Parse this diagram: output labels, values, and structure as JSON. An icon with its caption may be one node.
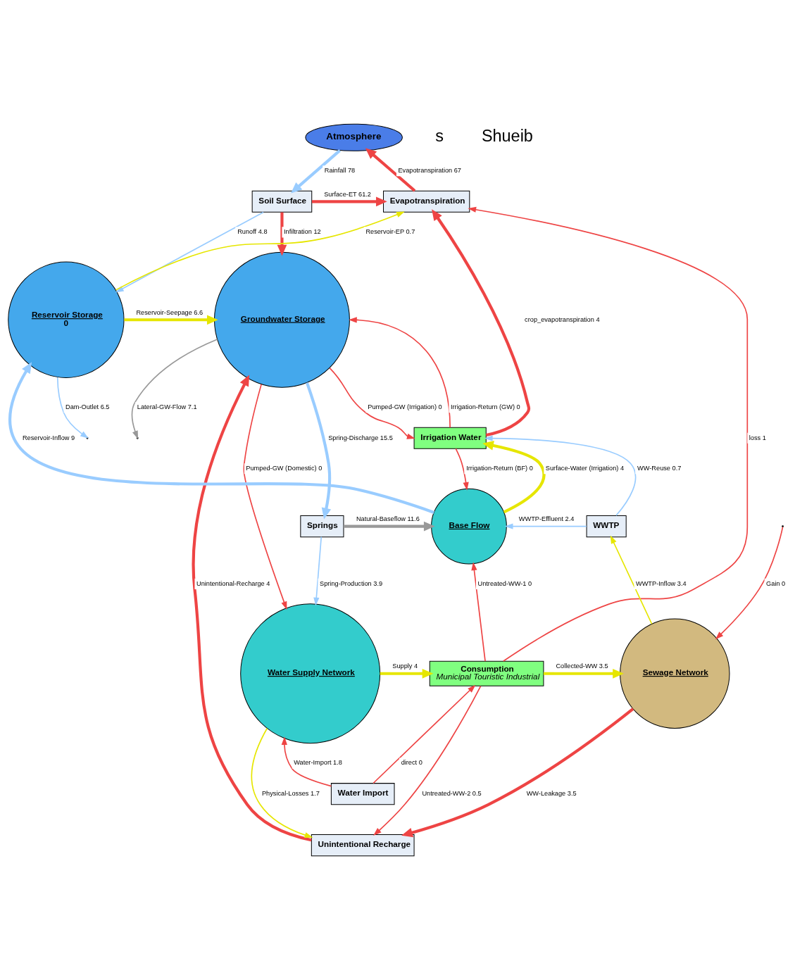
{
  "diagram": {
    "nodes": [
      {
        "text": [
          "Atmosphere"
        ]
      },
      {
        "text": [
          "Soil Surface"
        ]
      },
      {
        "text": [
          "Evapotranspiration"
        ]
      },
      {
        "text": [
          "Groundwater Storage"
        ]
      },
      {
        "text": [
          "Reservoir Storage",
          "0"
        ]
      },
      {
        "text": [
          "Irrigation Water"
        ]
      },
      {
        "text": [
          "Springs"
        ]
      },
      {
        "text": [
          "Base Flow"
        ]
      },
      {
        "text": [
          "WWTP"
        ]
      },
      {
        "text": [
          "Water Supply Network"
        ]
      },
      {
        "text": [
          "Consumption",
          "Municipal Touristic Industrial"
        ]
      },
      {
        "text": [
          "Sewage Network"
        ]
      },
      {
        "text": [
          "Water Import"
        ]
      },
      {
        "text": [
          "Unintentional Recharge"
        ]
      }
    ],
    "edges": [
      {
        "from": 0,
        "to": 1,
        "arrow": "to",
        "label": "Rainfall 78",
        "style": "thick",
        "color": "#99ccff"
      },
      {
        "from": 1,
        "to": 3,
        "arrow": "to",
        "label": "Infiltration 12",
        "style": "thick"
      },
      {
        "from": 1,
        "to": 2,
        "arrow": "to",
        "label": "Surface-ET 61.2",
        "style": "thick"
      },
      {
        "from": 2,
        "to": 0,
        "arrow": "to",
        "label": "Evapotranspiration 67",
        "style": "thick"
      },
      {
        "from": 1,
        "to": 4,
        "arrow": "to",
        "label": "Runoff 4.8",
        "color": "#99ccff"
      },
      {
        "from": 4,
        "to": 2,
        "arrow": "to",
        "label": "Reservoir-EP 0.7",
        "color": "#e6e600"
      },
      {
        "from": 4,
        "to": 3,
        "arrow": "to",
        "label": "Reservoir-Seepage 6.6",
        "style": "thick",
        "color": "#e6e600"
      },
      {
        "from": 3,
        "to": null,
        "arrow": "to",
        "label": "Lateral-GW-Flow 7.1",
        "color": "#999999"
      },
      {
        "from": 4,
        "to": null,
        "arrow": "to",
        "label": "Dam-Outlet 6.5",
        "color": "#99ccff"
      },
      {
        "from": 5,
        "to": 2,
        "arrow": "to",
        "label": "crop_evapotranspiration 4",
        "style": "thick"
      },
      {
        "from": 5,
        "to": 3,
        "arrow": "to",
        "label": "Irrigation-Return (GW) 0"
      },
      {
        "from": 3,
        "to": 5,
        "arrow": "to",
        "label": "Pumped-GW (Irrigation) 0"
      },
      {
        "from": 8,
        "to": 5,
        "arrow": "to",
        "label": "WW-Reuse 0.7",
        "color": "#99ccff"
      },
      {
        "from": 5,
        "to": 7,
        "arrow": "to",
        "label": "Irrigation-Return (BF) 0"
      },
      {
        "from": 7,
        "to": 5,
        "arrow": "to",
        "label": "Surface-Water (Irrigation) 4",
        "style": "thick",
        "color": "#e6e600"
      },
      {
        "from": 7,
        "to": 4,
        "arrow": "to",
        "label": "Reservoir-Inflow 9",
        "style": "thick",
        "color": "#99ccff"
      },
      {
        "from": 3,
        "to": 6,
        "arrow": "to",
        "label": "Spring-Discharge 15.5",
        "style": "thick",
        "color": "#99ccff"
      },
      {
        "from": 6,
        "to": 7,
        "arrow": "to",
        "label": "Natural-Baseflow 11.6",
        "style": "thick",
        "color": "#999999"
      },
      {
        "from": 8,
        "to": 7,
        "arrow": "to",
        "label": "WWTP-Effluent 2.4",
        "color": "#99ccff"
      },
      {
        "from": 3,
        "to": 9,
        "arrow": "to",
        "label": "Pumped-GW (Domestic) 0"
      },
      {
        "from": 6,
        "to": 9,
        "arrow": "to",
        "label": "Spring-Production 3.9",
        "color": "#99ccff"
      },
      {
        "from": 10,
        "to": 7,
        "arrow": "to",
        "label": "Untreated-WW-1 0"
      },
      {
        "from": 11,
        "to": 8,
        "arrow": "to",
        "label": "WWTP-Inflow 3.4",
        "color": "#e6e600"
      },
      {
        "from": null,
        "to": 11,
        "arrow": "to",
        "label": "Gain 0"
      },
      {
        "from": 9,
        "to": 10,
        "arrow": "to",
        "label": "Supply 4",
        "style": "thick",
        "color": "#e6e600"
      },
      {
        "from": 10,
        "to": 11,
        "arrow": "to",
        "label": "Collected-WW 3.5",
        "style": "thick",
        "color": "#e6e600"
      },
      {
        "from": 10,
        "to": 2,
        "arrow": "to",
        "label": "loss 1"
      },
      {
        "from": 12,
        "to": 10,
        "arrow": "to",
        "label": "direct 0"
      },
      {
        "from": 12,
        "to": 9,
        "arrow": "to",
        "label": "Water-Import 1.8"
      },
      {
        "from": 9,
        "to": 13,
        "arrow": "to",
        "label": "Physical-Losses 1.7",
        "color": "#e6e600"
      },
      {
        "from": 10,
        "to": 13,
        "arrow": "to",
        "label": "Untreated-WW-2 0.5"
      },
      {
        "from": 11,
        "to": 13,
        "arrow": "to",
        "label": "WW-Leakage 3.5",
        "style": "thick"
      },
      {
        "from": 13,
        "to": 3,
        "arrow": "to",
        "label": "Unintentional-Recharge 4",
        "style": "thick"
      }
    ],
    "labels": [
      "s",
      "Shueib"
    ]
  }
}
